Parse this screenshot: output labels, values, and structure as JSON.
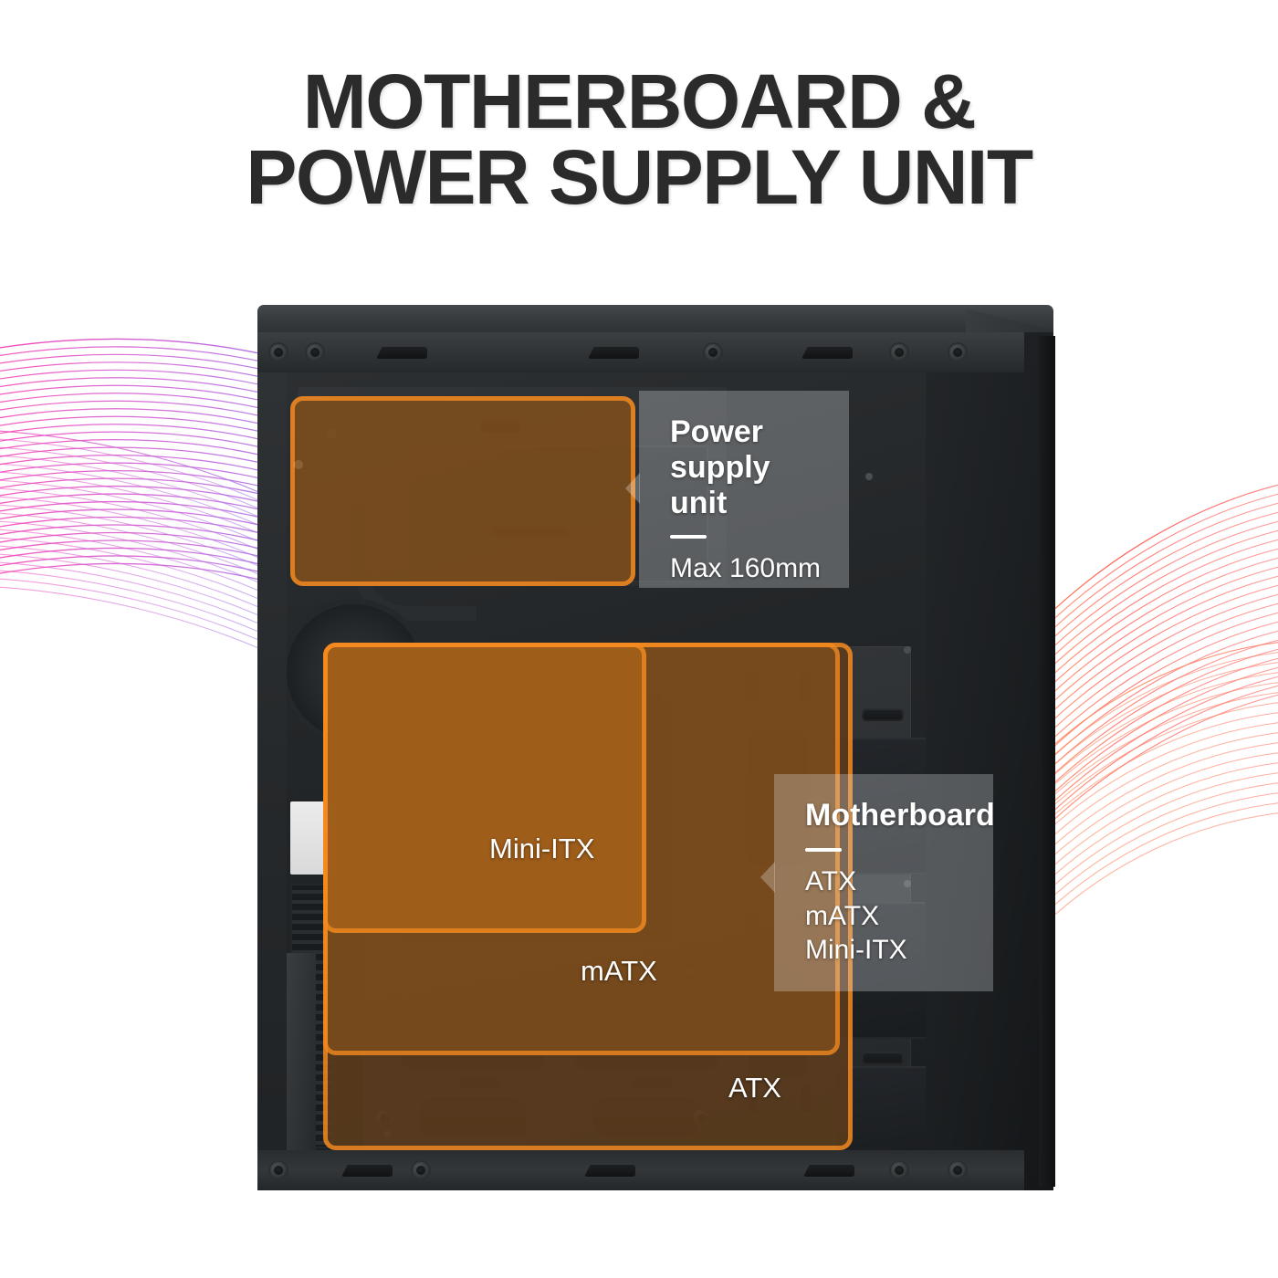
{
  "headline": {
    "line1": "MOTHERBOARD &",
    "line2": "POWER SUPPLY UNIT"
  },
  "colors": {
    "accent_orange": "#F58A1F",
    "fill_mini_itx": "#A8611A",
    "fill_matx": "#7E4E1C",
    "fill_atx": "#5E3C1C",
    "headline": "#2B2B2B",
    "callout_text": "#FFFFFF",
    "chassis": "#2C2F31"
  },
  "overlays": {
    "psu": {
      "label": ""
    },
    "mini_itx": {
      "label": "Mini-ITX"
    },
    "matx": {
      "label": "mATX"
    },
    "atx": {
      "label": "ATX"
    }
  },
  "callouts": {
    "psu": {
      "title": "Power\nsupply unit",
      "title_line1": "Power",
      "title_line2": "supply unit",
      "spec": "Max 160mm"
    },
    "motherboard": {
      "title": "Motherboard",
      "formats": [
        "ATX",
        "mATX",
        "Mini-ITX"
      ],
      "format_line1": "ATX",
      "format_line2": "mATX",
      "format_line3": "Mini-ITX"
    }
  }
}
